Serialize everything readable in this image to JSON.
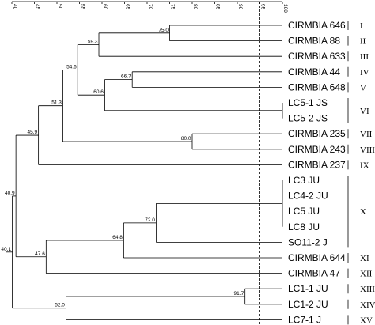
{
  "scale": {
    "min": 40,
    "max": 100,
    "ticks": [
      "40",
      "45",
      "50",
      "55",
      "60",
      "65",
      "70",
      "75",
      "80",
      "85",
      "90",
      "95",
      "100"
    ],
    "cutoff": 95
  },
  "leaves": [
    {
      "label": "CIRMBIA 646",
      "group": "I"
    },
    {
      "label": "CIRMBIA 88",
      "group": "II"
    },
    {
      "label": "CIRMBIA 633",
      "group": "III"
    },
    {
      "label": "CIRMBIA 44",
      "group": "IV"
    },
    {
      "label": "CIRMBIA 648",
      "group": "V"
    },
    {
      "label": "LC5-1 JS",
      "group": "VI"
    },
    {
      "label": "LC5-2 JS",
      "group": "VI"
    },
    {
      "label": "CIRMBIA 235",
      "group": "VII"
    },
    {
      "label": "CIRMBIA 243",
      "group": "VIII"
    },
    {
      "label": "CIRMBIA 237",
      "group": "IX"
    },
    {
      "label": "LC3 JU",
      "group": "X"
    },
    {
      "label": "LC4-2 JU",
      "group": "X"
    },
    {
      "label": "LC5 JU",
      "group": "X"
    },
    {
      "label": "LC8 JU",
      "group": "X"
    },
    {
      "label": "SO11-2 J",
      "group": "X"
    },
    {
      "label": "CIRMBIA 644",
      "group": "XI"
    },
    {
      "label": "CIRMBIA 47",
      "group": "XII"
    },
    {
      "label": "LC1-1 JU",
      "group": "XIII"
    },
    {
      "label": "LC1-2 JU",
      "group": "XIV"
    },
    {
      "label": "LC7-1 J",
      "group": "XV"
    }
  ],
  "groups": [
    "I",
    "II",
    "III",
    "IV",
    "V",
    "VI",
    "VII",
    "VIII",
    "IX",
    "X",
    "XI",
    "XII",
    "XIII",
    "XIV",
    "XV"
  ],
  "tree": {
    "sim": 40.1,
    "label": "40.1",
    "children": [
      {
        "sim": 40.9,
        "label": "40.9",
        "children": [
          {
            "sim": 45.9,
            "label": "45.9",
            "children": [
              {
                "sim": 51.3,
                "label": "51.3",
                "children": [
                  {
                    "sim": 54.6,
                    "label": "54.6",
                    "children": [
                      {
                        "sim": 59.3,
                        "label": "59.3",
                        "children": [
                          {
                            "sim": 75.0,
                            "label": "75.0",
                            "children": [
                              {
                                "leaf": 0
                              },
                              {
                                "leaf": 1
                              }
                            ]
                          },
                          {
                            "leaf": 2
                          }
                        ]
                      },
                      {
                        "sim": 60.6,
                        "label": "60.6",
                        "children": [
                          {
                            "sim": 66.7,
                            "label": "66.7",
                            "children": [
                              {
                                "leaf": 3
                              },
                              {
                                "leaf": 4
                              }
                            ]
                          },
                          {
                            "sim": 100,
                            "label": "",
                            "children": [
                              {
                                "leaf": 5
                              },
                              {
                                "leaf": 6
                              }
                            ]
                          }
                        ]
                      }
                    ]
                  },
                  {
                    "sim": 80.0,
                    "label": "80.0",
                    "children": [
                      {
                        "leaf": 7
                      },
                      {
                        "leaf": 8
                      }
                    ]
                  }
                ]
              },
              {
                "leaf": 9
              }
            ]
          },
          {
            "sim": 47.6,
            "label": "47.6",
            "children": [
              {
                "sim": 64.8,
                "label": "64.8",
                "children": [
                  {
                    "sim": 72.0,
                    "label": "72.0",
                    "children": [
                      {
                        "sim": 100,
                        "label": "",
                        "children": [
                          {
                            "leaf": 10
                          },
                          {
                            "leaf": 11
                          },
                          {
                            "leaf": 12
                          },
                          {
                            "leaf": 13
                          }
                        ]
                      },
                      {
                        "leaf": 14
                      }
                    ]
                  },
                  {
                    "leaf": 15
                  }
                ]
              },
              {
                "leaf": 16
              }
            ]
          }
        ]
      },
      {
        "sim": 52.0,
        "label": "52.0",
        "children": [
          {
            "sim": 91.7,
            "label": "91.7",
            "children": [
              {
                "leaf": 17
              },
              {
                "leaf": 18
              }
            ]
          },
          {
            "leaf": 19
          }
        ]
      }
    ]
  }
}
